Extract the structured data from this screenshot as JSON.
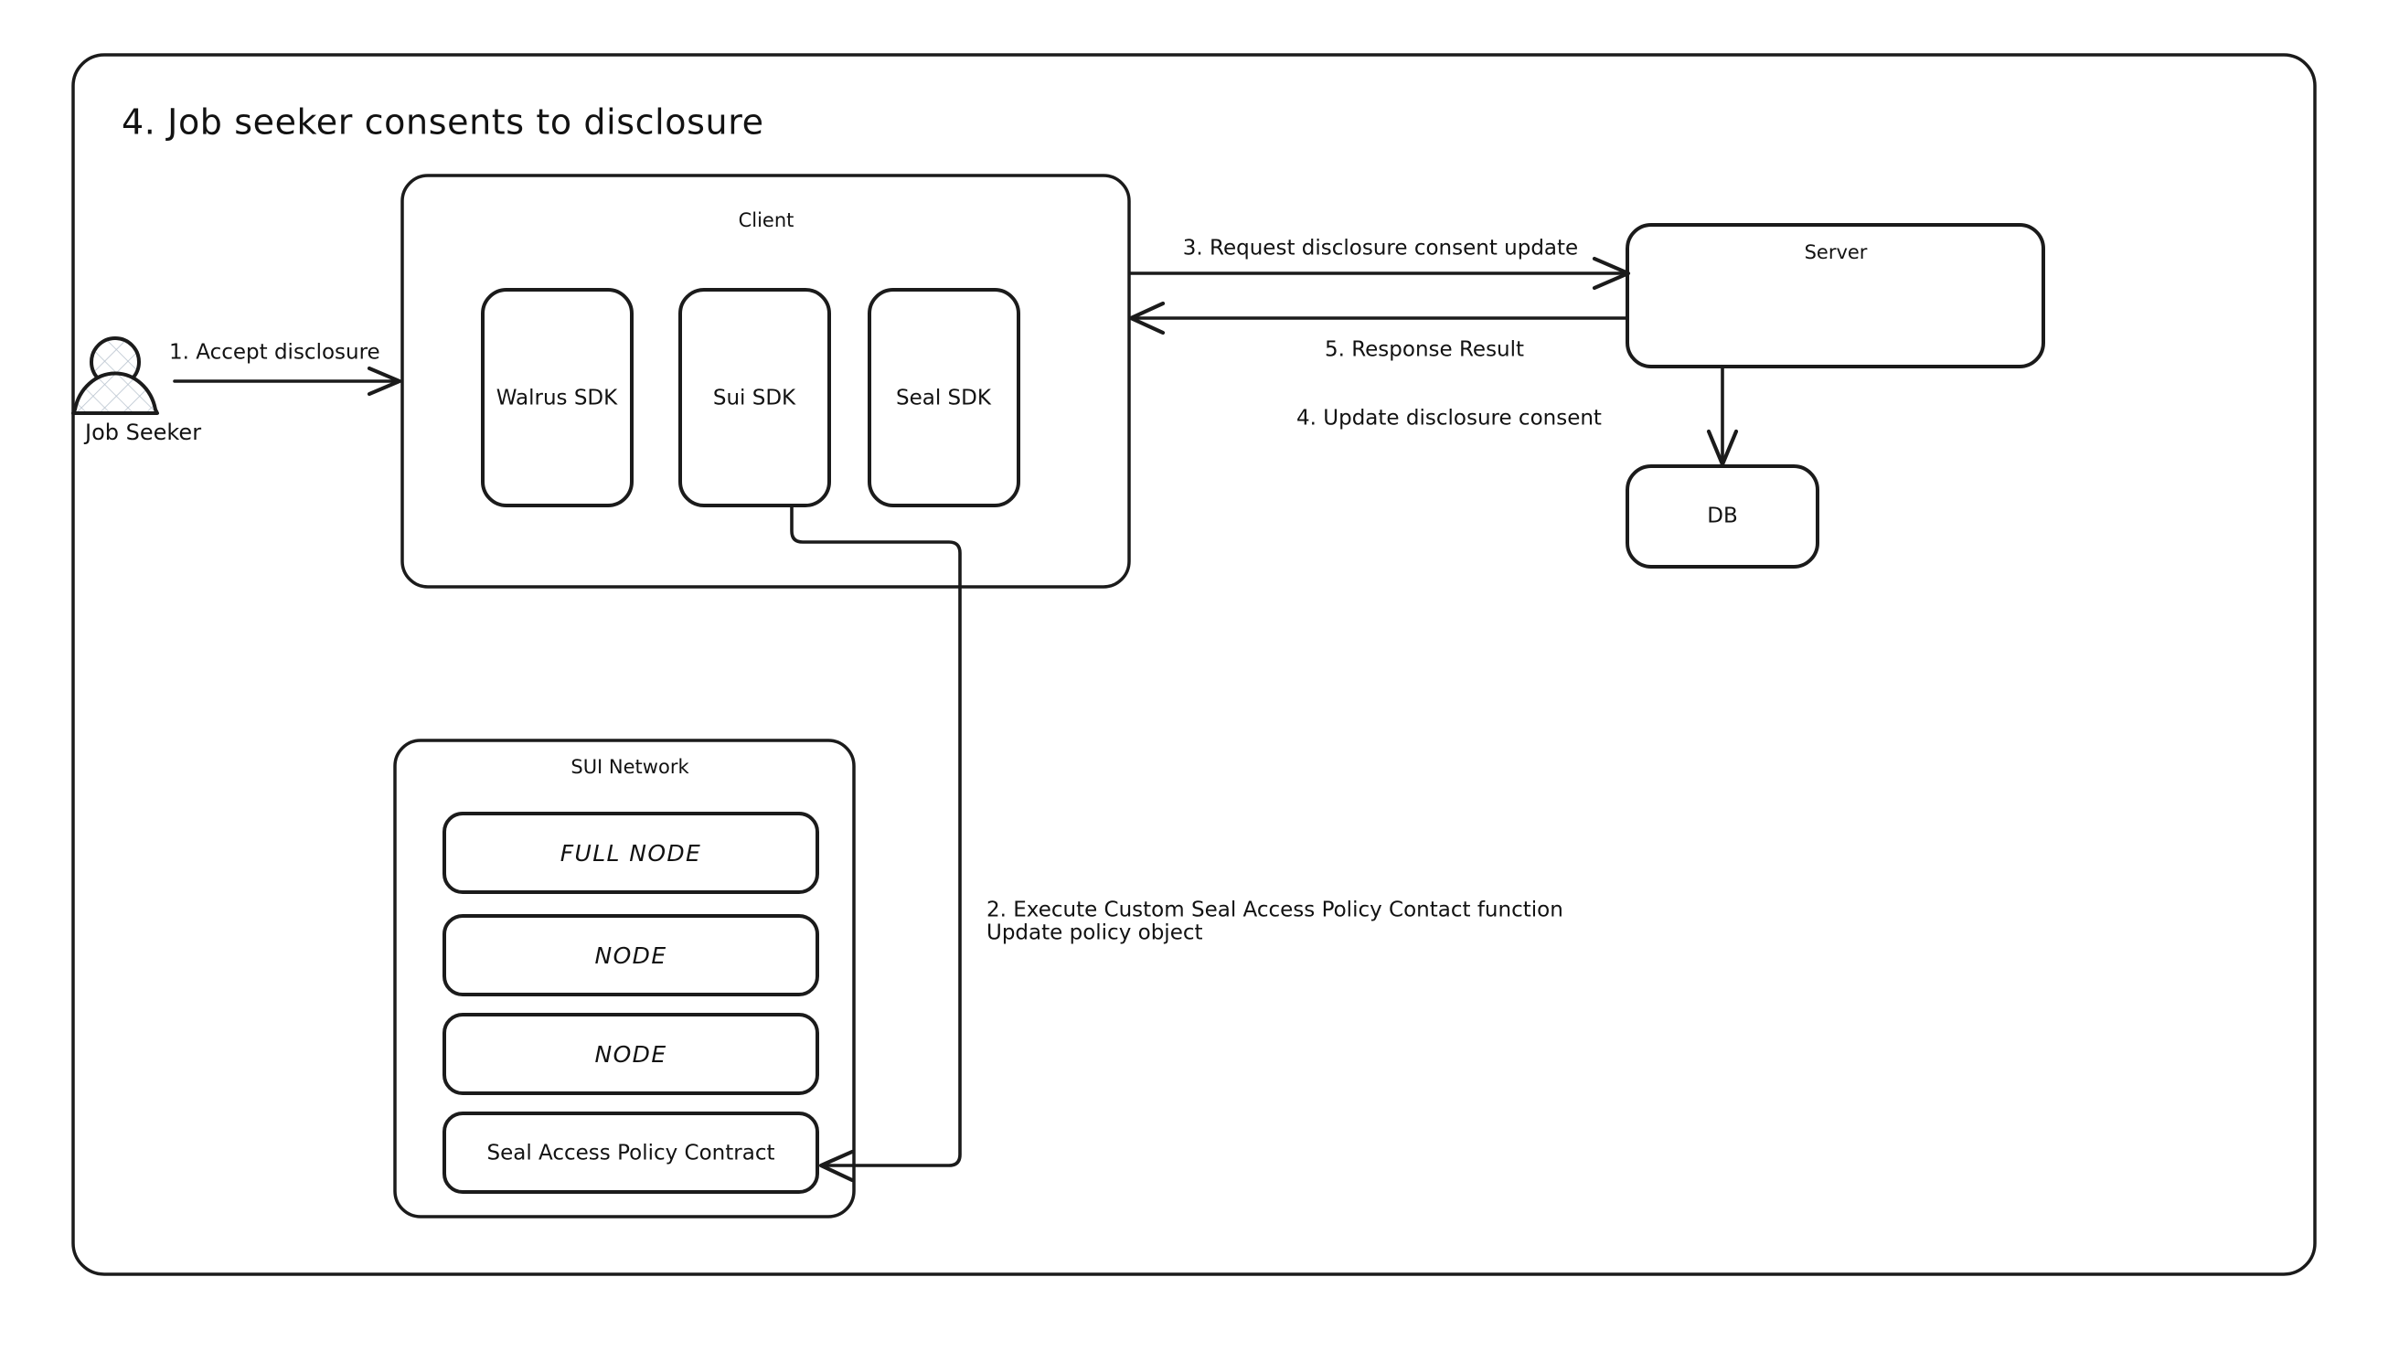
{
  "diagram": {
    "title": "4. Job seeker consents to disclosure",
    "actor": {
      "label": "Job Seeker",
      "icon": "person-icon"
    },
    "containers": {
      "client": {
        "label": "Client",
        "children": [
          {
            "label": "Walrus SDK"
          },
          {
            "label": "Sui SDK"
          },
          {
            "label": "Seal SDK"
          }
        ]
      },
      "sui_network": {
        "label": "SUI Network",
        "children": [
          {
            "label": "FULL NODE"
          },
          {
            "label": "NODE"
          },
          {
            "label": "NODE"
          },
          {
            "label": "Seal Access Policy Contract"
          }
        ]
      }
    },
    "nodes": {
      "server": {
        "label": "Server"
      },
      "db": {
        "label": "DB"
      }
    },
    "edges": [
      {
        "id": "e1",
        "label": "1. Accept disclosure",
        "from": "Job Seeker",
        "to": "Client"
      },
      {
        "id": "e2",
        "label_line1": "2. Execute Custom Seal Access Policy Contact function",
        "label_line2": "Update policy object",
        "from": "Sui SDK",
        "to": "Seal Access Policy Contract"
      },
      {
        "id": "e3",
        "label": "3. Request disclosure consent update",
        "from": "Client",
        "to": "Server"
      },
      {
        "id": "e4",
        "label": "4. Update disclosure consent",
        "from": "Server",
        "to": "DB"
      },
      {
        "id": "e5",
        "label": "5. Response Result",
        "from": "Server",
        "to": "Client"
      }
    ],
    "colors": {
      "stroke": "#1b1b1b",
      "background": "#ffffff",
      "text": "#121212"
    }
  }
}
